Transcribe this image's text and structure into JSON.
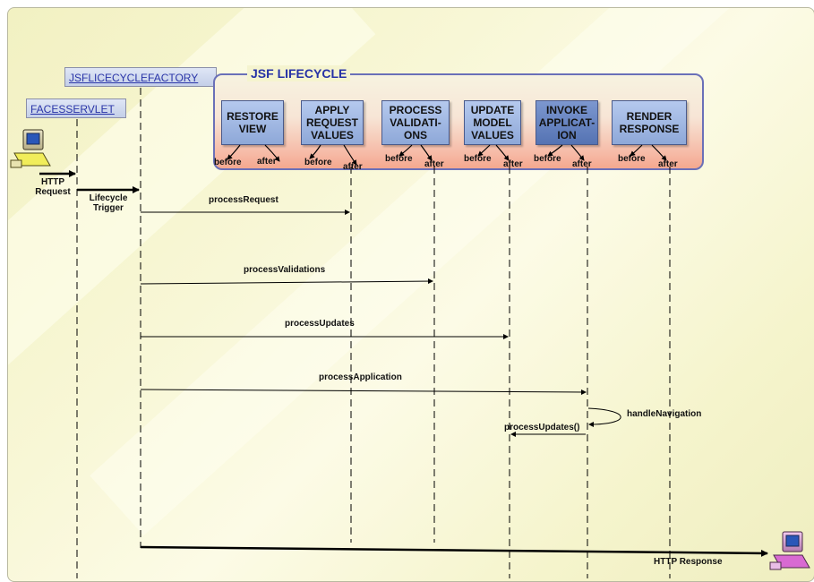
{
  "actors": {
    "factory": "JSFLICECYCLEFACTORY",
    "servlet": "FACESSERVLET"
  },
  "lifecycle": {
    "title": "JSF LIFECYCLE",
    "phases": [
      {
        "label": "RESTORE\nVIEW",
        "before": "before",
        "after": "after"
      },
      {
        "label": "APPLY\nREQUEST\nVALUES",
        "before": "before",
        "after": "after"
      },
      {
        "label": "PROCESS\nVALIDATI-\nONS",
        "before": "before",
        "after": "after"
      },
      {
        "label": "UPDATE\nMODEL\nVALUES",
        "before": "before",
        "after": "after"
      },
      {
        "label": "INVOKE\nAPPLICAT-\nION",
        "before": "before",
        "after": "after"
      },
      {
        "label": "RENDER\nRESPONSE",
        "before": "before",
        "after": "after"
      }
    ]
  },
  "messages": {
    "http_request_1": "HTTP",
    "http_request_2": "Request",
    "lifecycle_trigger_1": "Lifecycle",
    "lifecycle_trigger_2": "Trigger",
    "process_request": "processRequest",
    "process_validations": "processValidations",
    "process_updates": "processUpdates",
    "process_application": "processApplication",
    "handle_navigation": "handleNavigation",
    "process_updates_call": "processUpdates()",
    "http_response": "HTTP Response"
  },
  "icons": {
    "client_top": "computer-terminal-icon",
    "client_bottom": "computer-terminal-icon"
  },
  "colors": {
    "lifecycle_border": "#6a70b8",
    "title": "#2632a6",
    "phase_fill": "#a3b9e4",
    "phase_fill_dark": "#6986c3"
  }
}
